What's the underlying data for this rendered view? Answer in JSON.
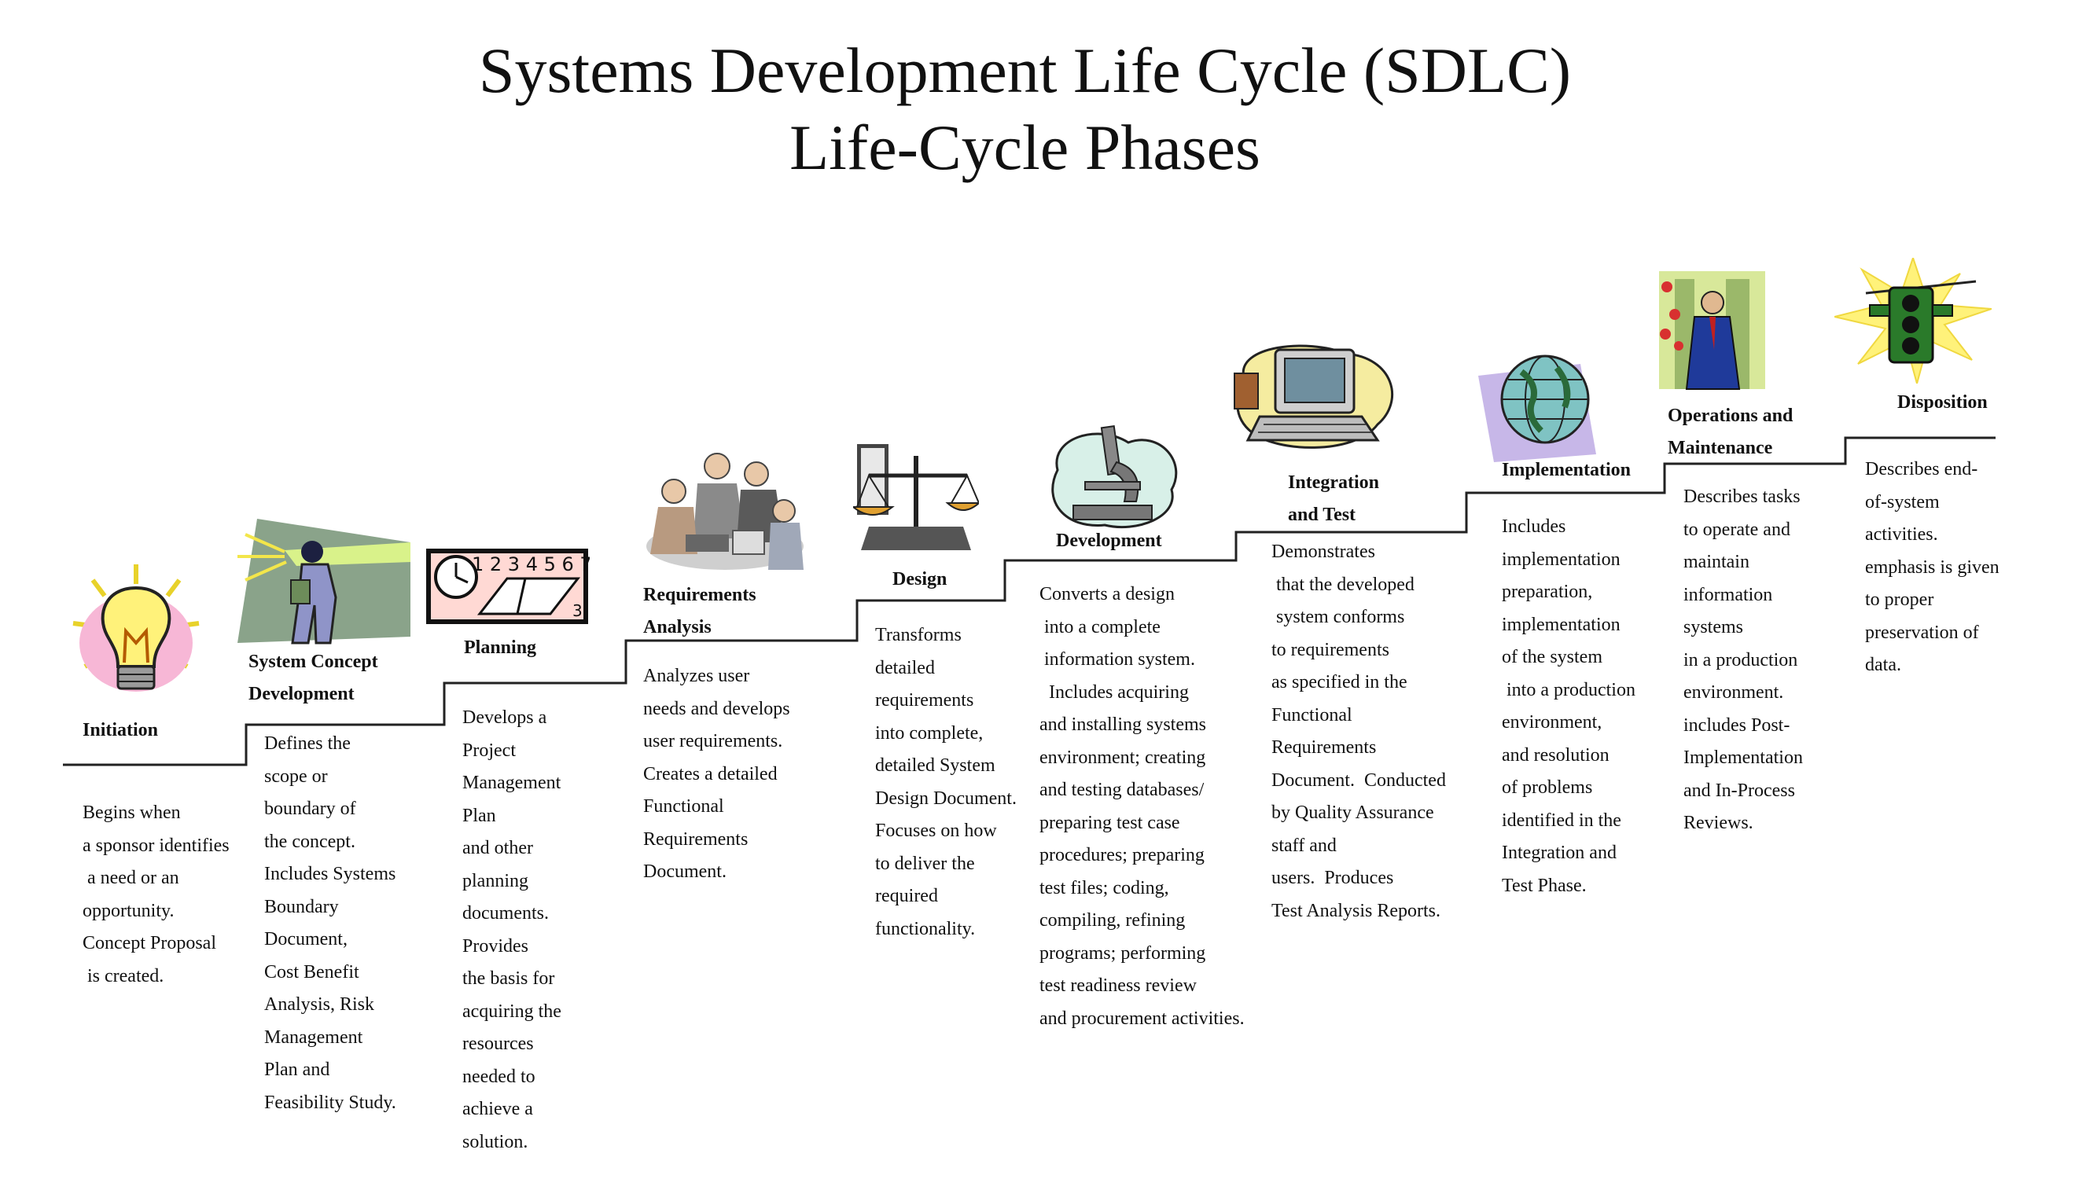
{
  "title": {
    "line1": "Systems Development Life Cycle (SDLC)",
    "line2": "Life-Cycle Phases"
  },
  "phases": [
    {
      "name": "Initiation",
      "icon": "lightbulb-icon",
      "description": "Begins when\na sponsor identifies\n a need or an\nopportunity.\nConcept Proposal\n is created."
    },
    {
      "name": "System Concept\nDevelopment",
      "icon": "person-spotlight-icon",
      "description": "Defines the\nscope or\nboundary of\nthe concept.\nIncludes Systems\nBoundary\nDocument,\nCost Benefit\nAnalysis, Risk\nManagement\nPlan and\nFeasibility Study."
    },
    {
      "name": "Planning",
      "icon": "clock-book-icon",
      "description": "Develops a\nProject\nManagement\nPlan\nand other\nplanning\ndocuments.\nProvides\nthe basis for\nacquiring the\nresources\nneeded to\nachieve a\nsolution."
    },
    {
      "name": "Requirements\nAnalysis",
      "icon": "team-meeting-icon",
      "description": "Analyzes user\nneeds and develops\nuser requirements.\nCreates a detailed\nFunctional\nRequirements\nDocument."
    },
    {
      "name": "Design",
      "icon": "scales-icon",
      "description": "Transforms\ndetailed\nrequirements\ninto complete,\ndetailed System\nDesign Document.\nFocuses on how\nto deliver the\nrequired\nfunctionality."
    },
    {
      "name": "Development",
      "icon": "microscope-icon",
      "description": "Converts a design\n into a complete\n information system.\n  Includes acquiring\nand installing systems\nenvironment; creating\nand testing databases/\npreparing test case\nprocedures; preparing\ntest files; coding,\ncompiling, refining\nprograms; performing\ntest readiness review\nand procurement activities."
    },
    {
      "name": "Integration\nand Test",
      "icon": "computer-icon",
      "description": "Demonstrates\n that the developed\n system conforms\nto requirements\nas specified in the\nFunctional\nRequirements\nDocument.  Conducted\nby Quality Assurance\nstaff and\nusers.  Produces\nTest Analysis Reports."
    },
    {
      "name": "Implementation",
      "icon": "globe-icon",
      "description": "Includes\nimplementation\npreparation,\nimplementation\nof the system\n into a production\nenvironment,\nand resolution\nof problems\nidentified in the\nIntegration and\nTest Phase."
    },
    {
      "name": "Operations and\nMaintenance",
      "icon": "businessman-flowers-icon",
      "description": "Describes tasks\nto operate and\nmaintain\ninformation\nsystems\nin a production\nenvironment.\nincludes Post-\nImplementation\nand In-Process\nReviews."
    },
    {
      "name": "Disposition",
      "icon": "traffic-light-icon",
      "description": "Describes end-\nof-system\nactivities.\nemphasis is given\nto proper\npreservation of\ndata."
    }
  ]
}
